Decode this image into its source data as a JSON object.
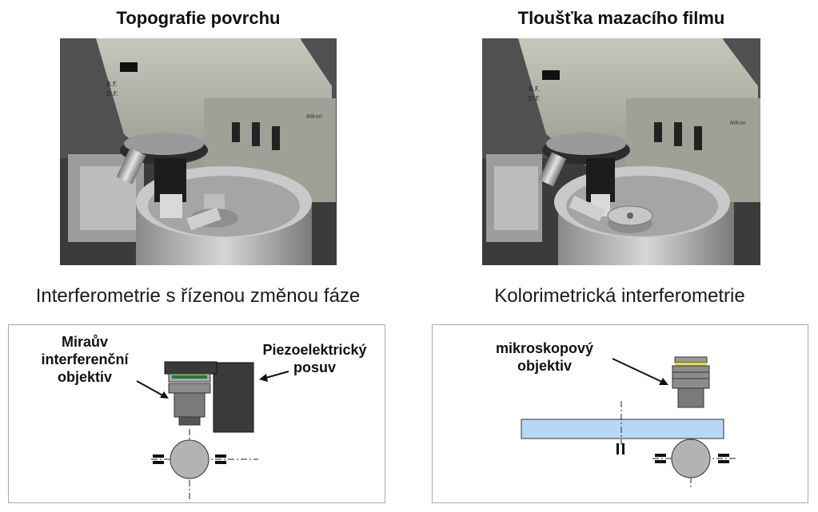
{
  "left": {
    "title": "Topografie povrchu",
    "subtitle": "Interferometrie s řízenou změnou fáze",
    "diagram": {
      "objective_label_lines": [
        "Miraův",
        "interferenční",
        "objektiv"
      ],
      "piezo_label_lines": [
        "Piezoelektrický",
        "posuv"
      ]
    }
  },
  "right": {
    "title": "Tloušťka mazacího filmu",
    "subtitle": "Kolorimetrická interferometrie",
    "diagram": {
      "objective_label_lines": [
        "mikroskopový",
        "objektiv"
      ]
    }
  },
  "microscope": {
    "bf_label": "B.F.",
    "df_label": "D.F.",
    "brand": "Nikon"
  },
  "colors": {
    "photo_background": "#4a4a4a",
    "microscope_body": "#a9ab9f",
    "glass_disc": "#b8d7f5",
    "objective_ring_green": "#1e7d2e",
    "objective_ring_yellow": "#e8dc3a",
    "ball": "#b3b3b3"
  }
}
